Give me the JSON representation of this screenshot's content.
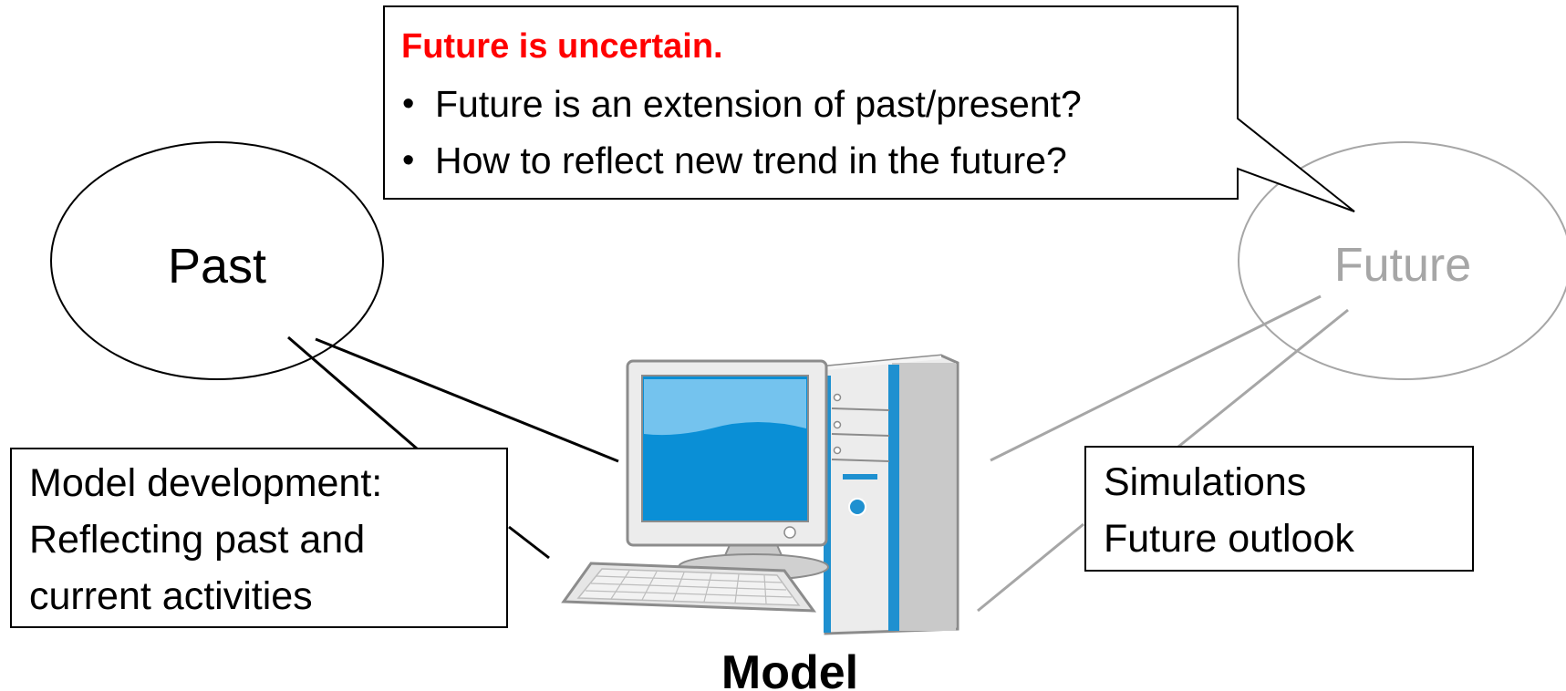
{
  "callout": {
    "heading": "Future is uncertain.",
    "bullets": [
      "Future is an extension of past/present?",
      "How to reflect new trend in the future?"
    ],
    "bullet_char": "•"
  },
  "nodes": {
    "past": "Past",
    "future": "Future"
  },
  "left_box": {
    "lines": [
      "Model development:",
      "Reflecting past and",
      "current activities"
    ]
  },
  "right_box": {
    "lines": [
      "Simulations",
      "Future outlook"
    ]
  },
  "model_label": "Model",
  "colors": {
    "heading": "#ff0000",
    "line_dark": "#000000",
    "line_light": "#a6a6a6",
    "future_text": "#a6a6a6",
    "screen_blue": "#0a8fd6",
    "screen_light": "#74c3ee",
    "tower_stripe": "#1e90d0",
    "case_gray": "#d9d9d9"
  }
}
